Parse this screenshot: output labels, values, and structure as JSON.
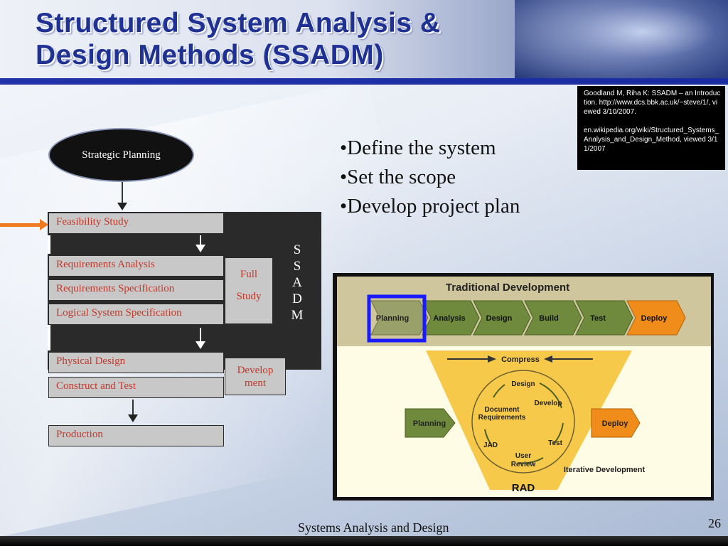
{
  "slide": {
    "title_line1": "Structured System Analysis &",
    "title_line2": "Design Methods (SSADM)",
    "references": [
      "Goodland M, Riha K: SSADM – an Introduction. http://www.dcs.bbk.ac.uk/~steve/1/, viewed 3/10/2007.",
      "en.wikipedia.org/wiki/Structured_Systems_Analysis_and_Design_Method, viewed 3/11/2007"
    ],
    "footer": "Systems Analysis and Design",
    "page_number": "26",
    "accent_color": "#1f3294",
    "step_text_color": "#c0392b"
  },
  "flow": {
    "top": "Strategic Planning",
    "steps": [
      "Feasibility Study",
      "Requirements Analysis",
      "Requirements Specification",
      "Logical System Specification",
      "Physical Design",
      "Construct and Test",
      "Production"
    ],
    "full_study": [
      "Full",
      "Study"
    ],
    "development": [
      "Develop",
      "ment"
    ],
    "ssadm_letters": [
      "S",
      "S",
      "A",
      "D",
      "M"
    ]
  },
  "bullets": [
    "•Define the system",
    "•Set the scope",
    "•Develop project plan"
  ],
  "figure": {
    "traditional_title": "Traditional Development",
    "traditional_steps": [
      "Planning",
      "Analysis",
      "Design",
      "Build",
      "Test",
      "Deploy"
    ],
    "compress": "Compress",
    "rad_planning": "Planning",
    "rad_deploy": "Deploy",
    "cycle": [
      "Design",
      "Develop",
      "Test",
      "User",
      "Review",
      "JAD",
      "Document",
      "Requirements"
    ],
    "iterative": "Iterative Development",
    "rad": "RAD"
  }
}
